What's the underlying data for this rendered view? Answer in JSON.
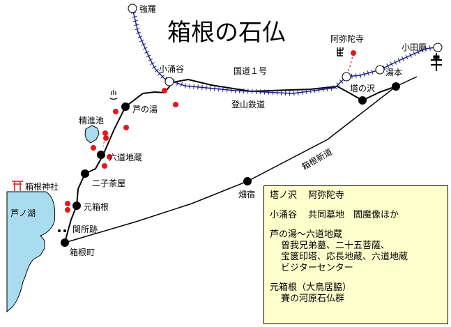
{
  "title": "箱根の石仏",
  "colors": {
    "rail": "#1c1c8c",
    "spot": "#e8161a",
    "water": "#a8dcee",
    "torii": "#d8262a"
  },
  "labels": {
    "gora": "強羅",
    "kowakidani": "小涌谷",
    "amidaji": "阿弥陀寺",
    "odawara": "小田原",
    "kokudo1": "国道１号",
    "tonosawa": "塔の沢",
    "yumoto": "湯本",
    "tozan": "登山鉄道",
    "ashinoyu": "芦の湯",
    "shojinike": "精進池",
    "rokudo": "六道地蔵",
    "futago": "二子茶屋",
    "jinja": "箱根神社",
    "ashinoko": "芦ノ湖",
    "motohakone": "元箱根",
    "sekisho": "関所跡",
    "hakonemachi": "箱根町",
    "hatajuku": "畑宿",
    "shindo": "箱根新道"
  },
  "icons": {
    "temple": "manji-icon",
    "shrine": "torii-icon",
    "onsen": "onsen-icon",
    "signal": "railway-signal-icon"
  },
  "legend": {
    "entries": [
      {
        "place": "塔ノ沢",
        "desc": "阿弥陀寺",
        "lines": []
      },
      {
        "place": "小涌谷",
        "desc": "共同墓地　閻魔像ほか",
        "lines": []
      },
      {
        "place": "芦の湯～六道地蔵",
        "desc": "",
        "lines": [
          "曾我兄弟墓、二十五菩薩、",
          "宝篋印塔、応長地蔵、六道地蔵",
          "ビジターセンター"
        ]
      },
      {
        "place": "元箱根（大鳥居脇）",
        "desc": "",
        "lines": [
          "賽の河原石仏群"
        ]
      }
    ]
  }
}
